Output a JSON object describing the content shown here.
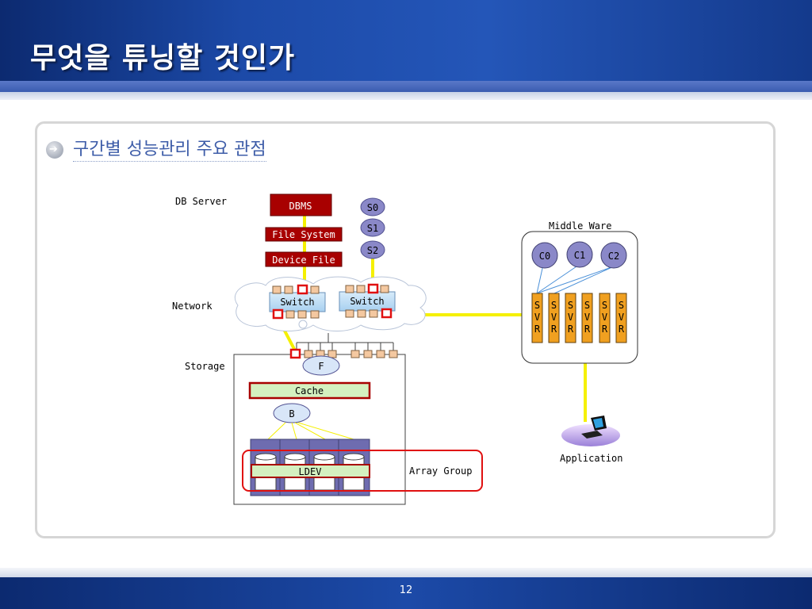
{
  "slide": {
    "title": "무엇을 튜닝할 것인가",
    "subtitle": "구간별 성능관리 주요 관점",
    "page_number": "12"
  },
  "diagram": {
    "labels": {
      "db_server": "DB Server",
      "network": "Network",
      "storage": "Storage",
      "middle_ware": "Middle Ware",
      "array_group": "Array Group",
      "application": "Application"
    },
    "db_stack": [
      "DBMS",
      "File System",
      "Device File"
    ],
    "sessions": [
      "S0",
      "S1",
      "S2"
    ],
    "switches": [
      "Switch",
      "Switch"
    ],
    "clients": [
      "C0",
      "C1",
      "C2"
    ],
    "servers": [
      "SVR",
      "SVR",
      "SVR",
      "SVR",
      "SVR",
      "SVR"
    ],
    "storage": {
      "front_port": "F",
      "cache": "Cache",
      "back_port": "B",
      "ldev": "LDEV"
    },
    "colors": {
      "yellow_link": "#f5f000",
      "dark_red": "#a80000",
      "highlight_red": "#e01010",
      "orange": "#f0a020",
      "lavender": "#8a88c8",
      "green_box": "#d4f0c0"
    }
  }
}
